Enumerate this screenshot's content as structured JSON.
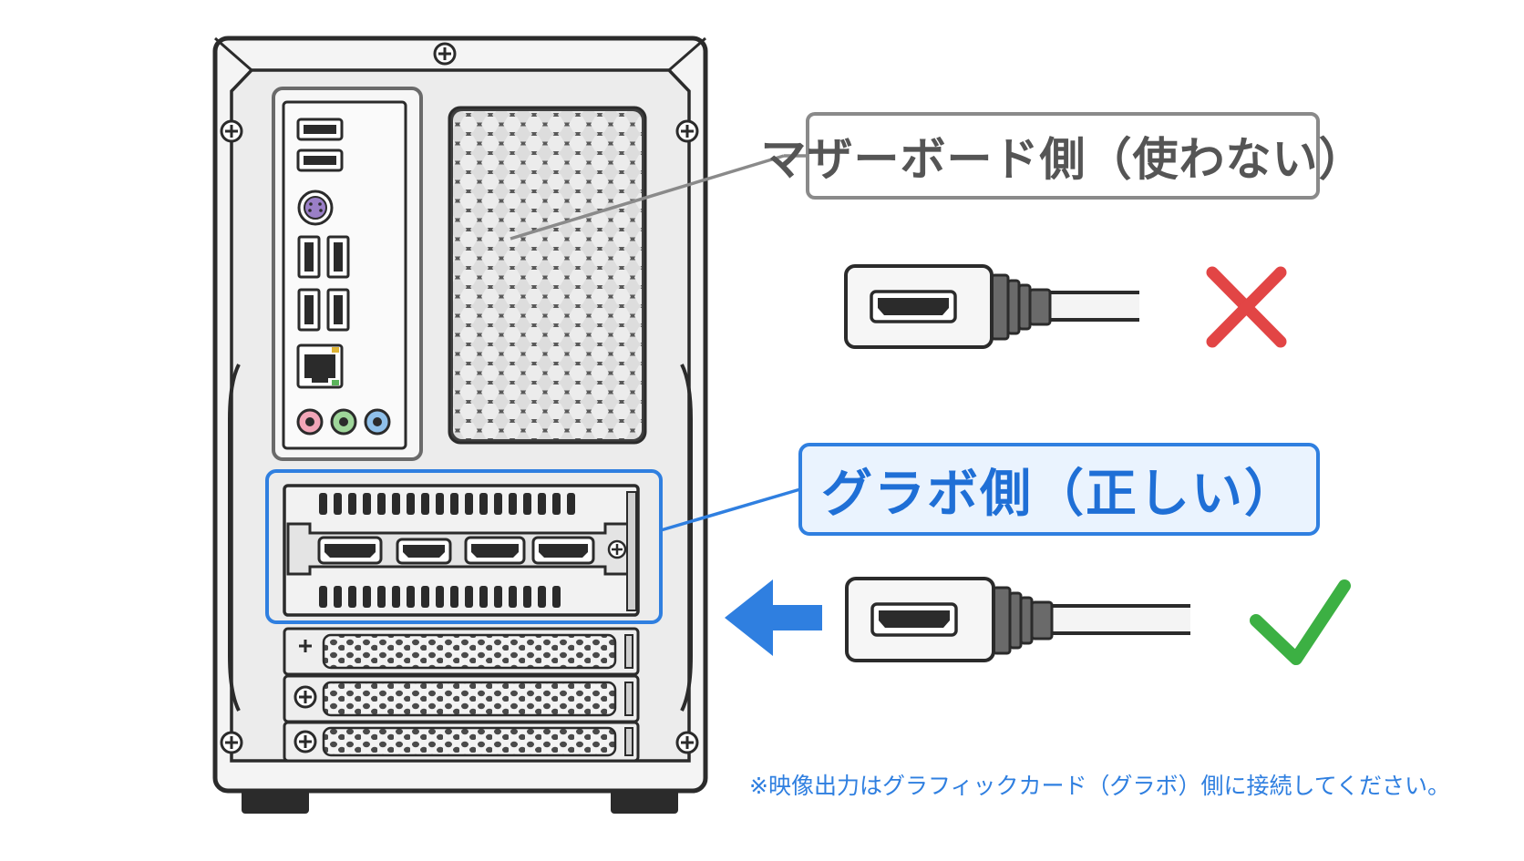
{
  "labels": {
    "motherboard": "マザーボード側（使わない）",
    "gpu": "グラボ側（正しい）"
  },
  "footnote": "※映像出力はグラフィックカード（グラボ）側に接続してください。",
  "colors": {
    "accent_blue": "#2f7fe0",
    "wrong_red": "#e24545",
    "correct_green": "#3cb043",
    "case_outline": "#2b2b2b",
    "label_gray": "#8a8a8a"
  },
  "icons": {
    "wrong": "cross-mark-icon",
    "correct": "check-mark-icon",
    "direction": "left-arrow-icon"
  }
}
